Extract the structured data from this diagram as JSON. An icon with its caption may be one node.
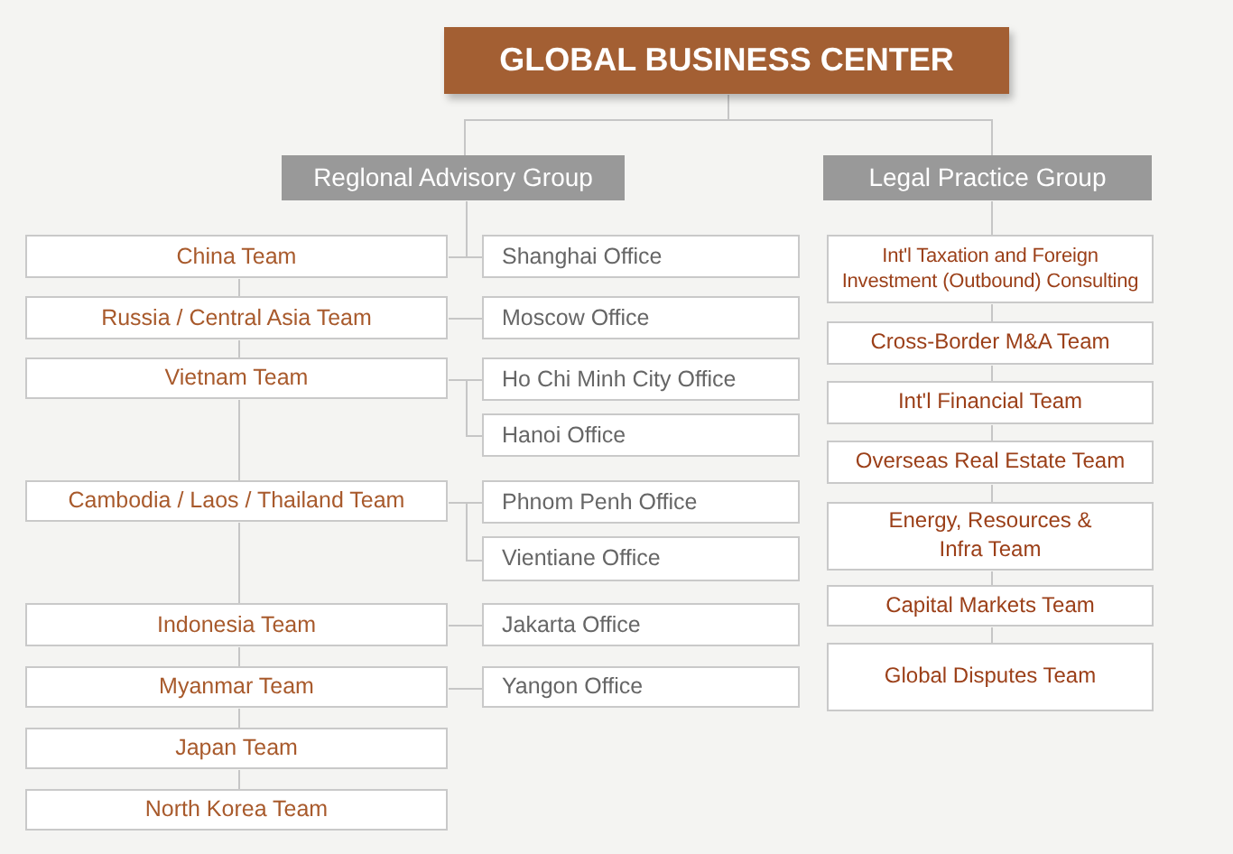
{
  "diagram": {
    "nodes": [
      {
        "text": [
          "GLOBAL BUSINESS CENTER"
        ]
      },
      {
        "text": [
          "Reglonal Advisory Group"
        ]
      },
      {
        "text": [
          "Legal Practice Group"
        ]
      },
      {
        "text": [
          "China Team"
        ]
      },
      {
        "text": [
          "Shanghai Office"
        ]
      },
      {
        "text": [
          "Russia / Central Asia Team"
        ]
      },
      {
        "text": [
          "Moscow Office"
        ]
      },
      {
        "text": [
          "Vietnam Team"
        ]
      },
      {
        "text": [
          "Ho Chi Minh City Office"
        ]
      },
      {
        "text": [
          "Hanoi Office"
        ]
      },
      {
        "text": [
          "Cambodia / Laos / Thailand Team"
        ]
      },
      {
        "text": [
          "Phnom Penh Office"
        ]
      },
      {
        "text": [
          "Vientiane Office"
        ]
      },
      {
        "text": [
          "Indonesia Team"
        ]
      },
      {
        "text": [
          "Jakarta Office"
        ]
      },
      {
        "text": [
          "Myanmar Team"
        ]
      },
      {
        "text": [
          "Yangon Office"
        ]
      },
      {
        "text": [
          "Japan Team"
        ]
      },
      {
        "text": [
          "North Korea Team"
        ]
      },
      {
        "text": [
          "Int'l Taxation and Foreign Investment (Outbound) Consulting"
        ]
      },
      {
        "text": [
          "Cross-Border M&A Team"
        ]
      },
      {
        "text": [
          "Int'l Financial Team"
        ]
      },
      {
        "text": [
          "Overseas Real Estate Team"
        ]
      },
      {
        "text": [
          "Energy, Resources & Infra Team"
        ]
      },
      {
        "text": [
          "Capital Markets Team"
        ]
      },
      {
        "text": [
          "Global Disputes Team"
        ]
      }
    ],
    "edges": [
      {
        "from": 0,
        "to": 1,
        "arrow": "none"
      },
      {
        "from": 0,
        "to": 2,
        "arrow": "none"
      },
      {
        "from": 1,
        "to": 3,
        "arrow": "none"
      },
      {
        "from": 3,
        "to": 4,
        "arrow": "none"
      },
      {
        "from": 3,
        "to": 5,
        "arrow": "none"
      },
      {
        "from": 5,
        "to": 6,
        "arrow": "none"
      },
      {
        "from": 5,
        "to": 7,
        "arrow": "none"
      },
      {
        "from": 7,
        "to": 8,
        "arrow": "none"
      },
      {
        "from": 7,
        "to": 9,
        "arrow": "none"
      },
      {
        "from": 7,
        "to": 10,
        "arrow": "none"
      },
      {
        "from": 10,
        "to": 11,
        "arrow": "none"
      },
      {
        "from": 10,
        "to": 12,
        "arrow": "none"
      },
      {
        "from": 10,
        "to": 13,
        "arrow": "none"
      },
      {
        "from": 13,
        "to": 14,
        "arrow": "none"
      },
      {
        "from": 13,
        "to": 15,
        "arrow": "none"
      },
      {
        "from": 15,
        "to": 16,
        "arrow": "none"
      },
      {
        "from": 15,
        "to": 17,
        "arrow": "none"
      },
      {
        "from": 17,
        "to": 18,
        "arrow": "none"
      },
      {
        "from": 2,
        "to": 19,
        "arrow": "none"
      },
      {
        "from": 19,
        "to": 20,
        "arrow": "none"
      },
      {
        "from": 20,
        "to": 21,
        "arrow": "none"
      },
      {
        "from": 21,
        "to": 22,
        "arrow": "none"
      },
      {
        "from": 22,
        "to": 23,
        "arrow": "none"
      },
      {
        "from": 23,
        "to": 24,
        "arrow": "none"
      },
      {
        "from": 24,
        "to": 25,
        "arrow": "none"
      }
    ]
  }
}
